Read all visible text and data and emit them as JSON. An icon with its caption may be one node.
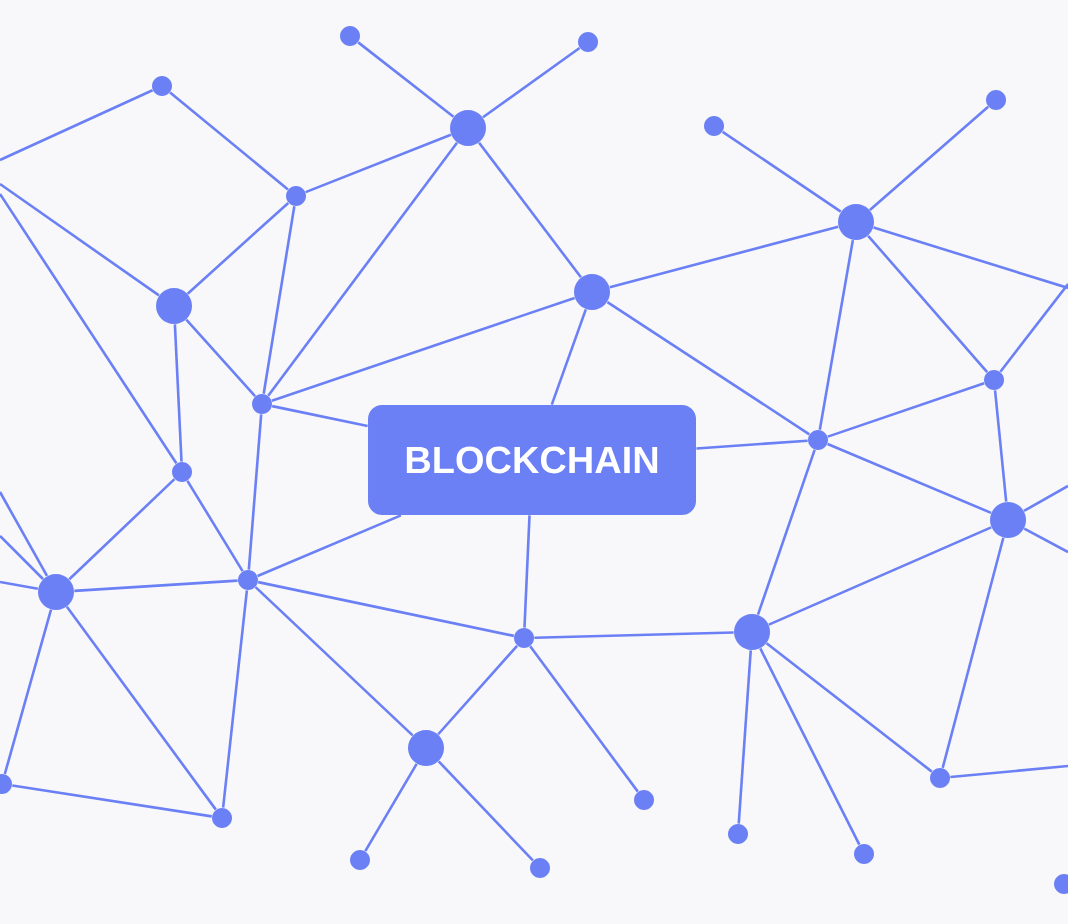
{
  "diagram": {
    "nodes": [
      {
        "text": [
          "BLOCKCHAIN"
        ]
      },
      {
        "text": [],
        "shape": "circle"
      },
      {
        "text": [],
        "shape": "circle"
      },
      {
        "text": [],
        "shape": "circle"
      },
      {
        "text": [],
        "shape": "circle"
      },
      {
        "text": [],
        "shape": "circle"
      },
      {
        "text": [],
        "shape": "circle"
      },
      {
        "text": [],
        "shape": "circle"
      },
      {
        "text": [],
        "shape": "circle"
      },
      {
        "text": [],
        "shape": "circle"
      },
      {
        "text": [],
        "shape": "circle"
      },
      {
        "text": [],
        "shape": "circle"
      },
      {
        "text": [],
        "shape": "circle"
      },
      {
        "text": [],
        "shape": "circle"
      },
      {
        "text": [],
        "shape": "circle"
      },
      {
        "text": [],
        "shape": "circle"
      },
      {
        "text": [],
        "shape": "circle"
      },
      {
        "text": [],
        "shape": "circle"
      },
      {
        "text": [],
        "shape": "circle"
      },
      {
        "text": [],
        "shape": "circle"
      },
      {
        "text": [],
        "shape": "circle"
      },
      {
        "text": [],
        "shape": "circle"
      },
      {
        "text": [],
        "shape": "circle"
      },
      {
        "text": [],
        "shape": "circle"
      },
      {
        "text": [],
        "shape": "circle"
      },
      {
        "text": [],
        "shape": "circle"
      },
      {
        "text": [],
        "shape": "circle"
      },
      {
        "text": [],
        "shape": "circle"
      },
      {
        "text": [],
        "shape": "circle"
      },
      {
        "text": [],
        "shape": "circle"
      }
    ],
    "edges": [
      {
        "from": null,
        "to": 3,
        "arrow": "none"
      },
      {
        "from": null,
        "to": 9,
        "arrow": "none"
      },
      {
        "from": null,
        "to": 14,
        "arrow": "none"
      },
      {
        "from": null,
        "to": 8,
        "arrow": "none"
      },
      {
        "from": null,
        "to": 12,
        "arrow": "none"
      },
      {
        "from": null,
        "to": 15,
        "arrow": "none"
      },
      {
        "from": null,
        "to": 15,
        "arrow": "none"
      },
      {
        "from": null,
        "to": 27,
        "arrow": "none"
      },
      {
        "from": null,
        "to": 16,
        "arrow": "none"
      },
      {
        "from": null,
        "to": 16,
        "arrow": "none"
      },
      {
        "from": null,
        "to": 16,
        "arrow": "none"
      },
      {
        "from": 3,
        "to": 5,
        "arrow": "none"
      },
      {
        "from": 9,
        "to": 5,
        "arrow": "none"
      },
      {
        "from": 9,
        "to": 11,
        "arrow": "none"
      },
      {
        "from": 9,
        "to": 14,
        "arrow": "none"
      },
      {
        "from": 5,
        "to": 11,
        "arrow": "none"
      },
      {
        "from": 5,
        "to": 4,
        "arrow": "none"
      },
      {
        "from": 4,
        "to": 1,
        "arrow": "none"
      },
      {
        "from": 4,
        "to": 2,
        "arrow": "none"
      },
      {
        "from": 4,
        "to": 11,
        "arrow": "none"
      },
      {
        "from": 4,
        "to": 10,
        "arrow": "none"
      },
      {
        "from": 11,
        "to": 10,
        "arrow": "none"
      },
      {
        "from": 11,
        "to": 0,
        "arrow": "none"
      },
      {
        "from": 11,
        "to": 17,
        "arrow": "none"
      },
      {
        "from": 10,
        "to": 8,
        "arrow": "none"
      },
      {
        "from": 10,
        "to": 0,
        "arrow": "none"
      },
      {
        "from": 10,
        "to": 13,
        "arrow": "none"
      },
      {
        "from": 6,
        "to": 8,
        "arrow": "none"
      },
      {
        "from": 7,
        "to": 8,
        "arrow": "none"
      },
      {
        "from": 8,
        "to": 13,
        "arrow": "none"
      },
      {
        "from": 8,
        "to": 12,
        "arrow": "none"
      },
      {
        "from": 12,
        "to": 13,
        "arrow": "none"
      },
      {
        "from": 12,
        "to": 15,
        "arrow": "none"
      },
      {
        "from": 0,
        "to": 13,
        "arrow": "none"
      },
      {
        "from": 13,
        "to": 19,
        "arrow": "none"
      },
      {
        "from": 13,
        "to": 15,
        "arrow": "none"
      },
      {
        "from": 15,
        "to": 19,
        "arrow": "none"
      },
      {
        "from": 15,
        "to": 27,
        "arrow": "none"
      },
      {
        "from": 19,
        "to": 18,
        "arrow": "none"
      },
      {
        "from": 19,
        "to": 25,
        "arrow": "none"
      },
      {
        "from": 19,
        "to": 26,
        "arrow": "none"
      },
      {
        "from": 19,
        "to": 27,
        "arrow": "none"
      },
      {
        "from": 18,
        "to": 24,
        "arrow": "none"
      },
      {
        "from": 18,
        "to": 0,
        "arrow": "none"
      },
      {
        "from": 14,
        "to": 16,
        "arrow": "none"
      },
      {
        "from": 14,
        "to": 17,
        "arrow": "none"
      },
      {
        "from": 16,
        "to": 17,
        "arrow": "none"
      },
      {
        "from": 16,
        "to": 21,
        "arrow": "none"
      },
      {
        "from": 16,
        "to": 29,
        "arrow": "none"
      },
      {
        "from": 29,
        "to": 21,
        "arrow": "none"
      },
      {
        "from": 17,
        "to": 21,
        "arrow": "none"
      },
      {
        "from": 17,
        "to": 0,
        "arrow": "none"
      },
      {
        "from": 17,
        "to": 18,
        "arrow": "none"
      },
      {
        "from": 17,
        "to": 20,
        "arrow": "none"
      },
      {
        "from": 20,
        "to": 18,
        "arrow": "none"
      },
      {
        "from": 20,
        "to": 22,
        "arrow": "none"
      },
      {
        "from": 20,
        "to": 23,
        "arrow": "none"
      }
    ]
  }
}
